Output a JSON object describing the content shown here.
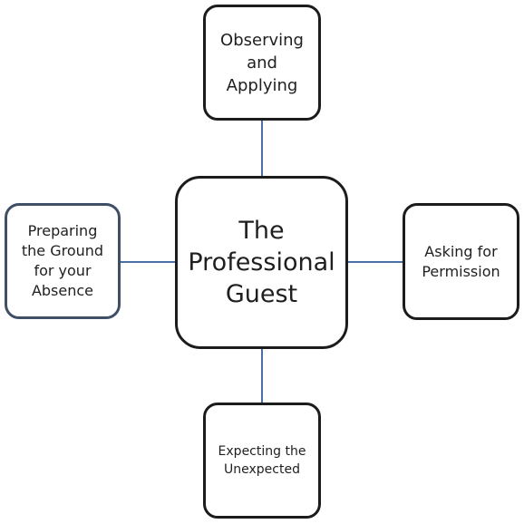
{
  "diagram": {
    "center": {
      "label": "The\nProfessional\nGuest"
    },
    "top": {
      "label": "Observing\nand\nApplying"
    },
    "left": {
      "label": "Preparing\nthe Ground\nfor your\nAbsence"
    },
    "right": {
      "label": "Asking  for\nPermission"
    },
    "bottom": {
      "label": "Expecting the\nUnexpected"
    }
  },
  "colors": {
    "connector": "#4a6fa5",
    "box_border": "#1c1c1c",
    "left_box_border": "#3e4f66"
  }
}
